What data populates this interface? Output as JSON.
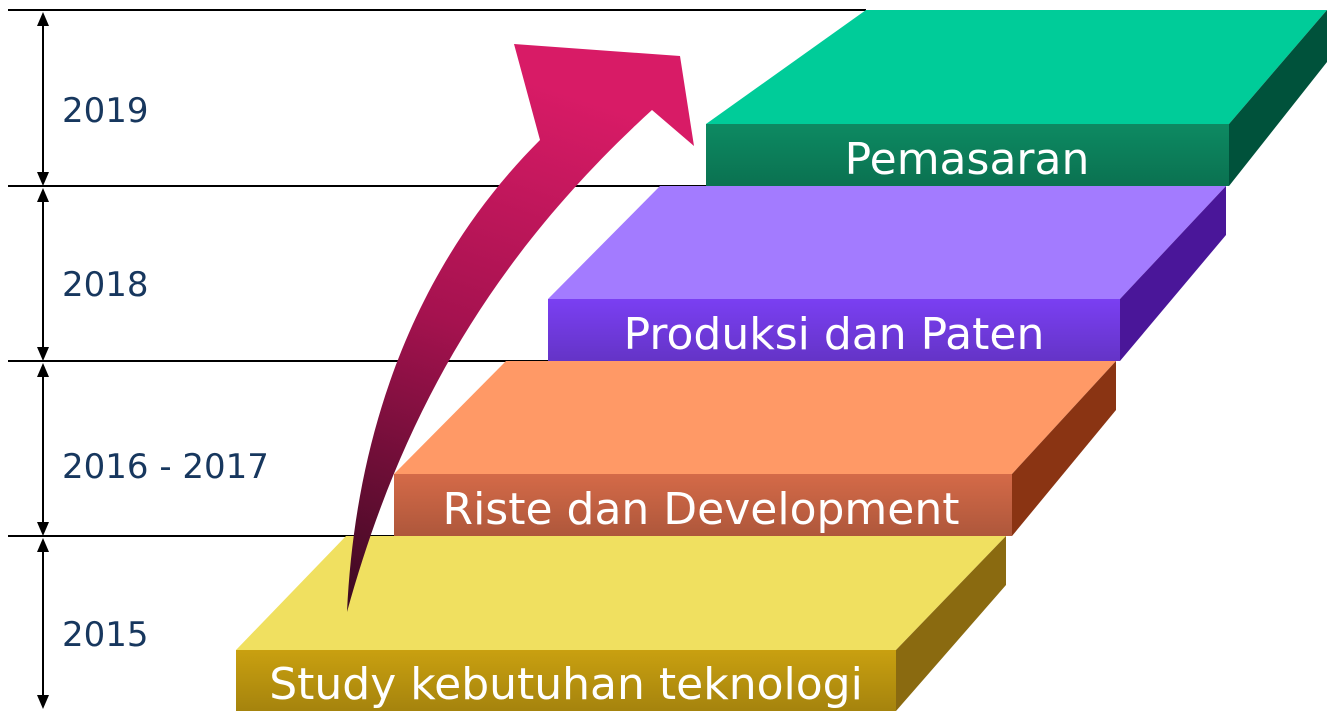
{
  "diagram": {
    "years": [
      {
        "label": "2019"
      },
      {
        "label": "2018"
      },
      {
        "label": "2016 - 2017"
      },
      {
        "label": "2015"
      }
    ],
    "steps": [
      {
        "label": "Pemasaran",
        "colors": {
          "top": "#00cc99",
          "front": "#0d8a62",
          "side": "#00523b"
        }
      },
      {
        "label": "Produksi dan Paten",
        "colors": {
          "top": "#a37bff",
          "front": "#7a3ff2",
          "side": "#4a1699"
        }
      },
      {
        "label": "Riste dan Development",
        "colors": {
          "top": "#ff9966",
          "front": "#d46a48",
          "side": "#8a3413"
        }
      },
      {
        "label": "Study kebutuhan teknologi",
        "colors": {
          "top": "#f0e060",
          "front": "#c9a010",
          "side": "#8a6a10"
        }
      }
    ],
    "arrow_color": "#cc1a66",
    "line_color": "#000000",
    "year_text_color": "#17375e"
  }
}
